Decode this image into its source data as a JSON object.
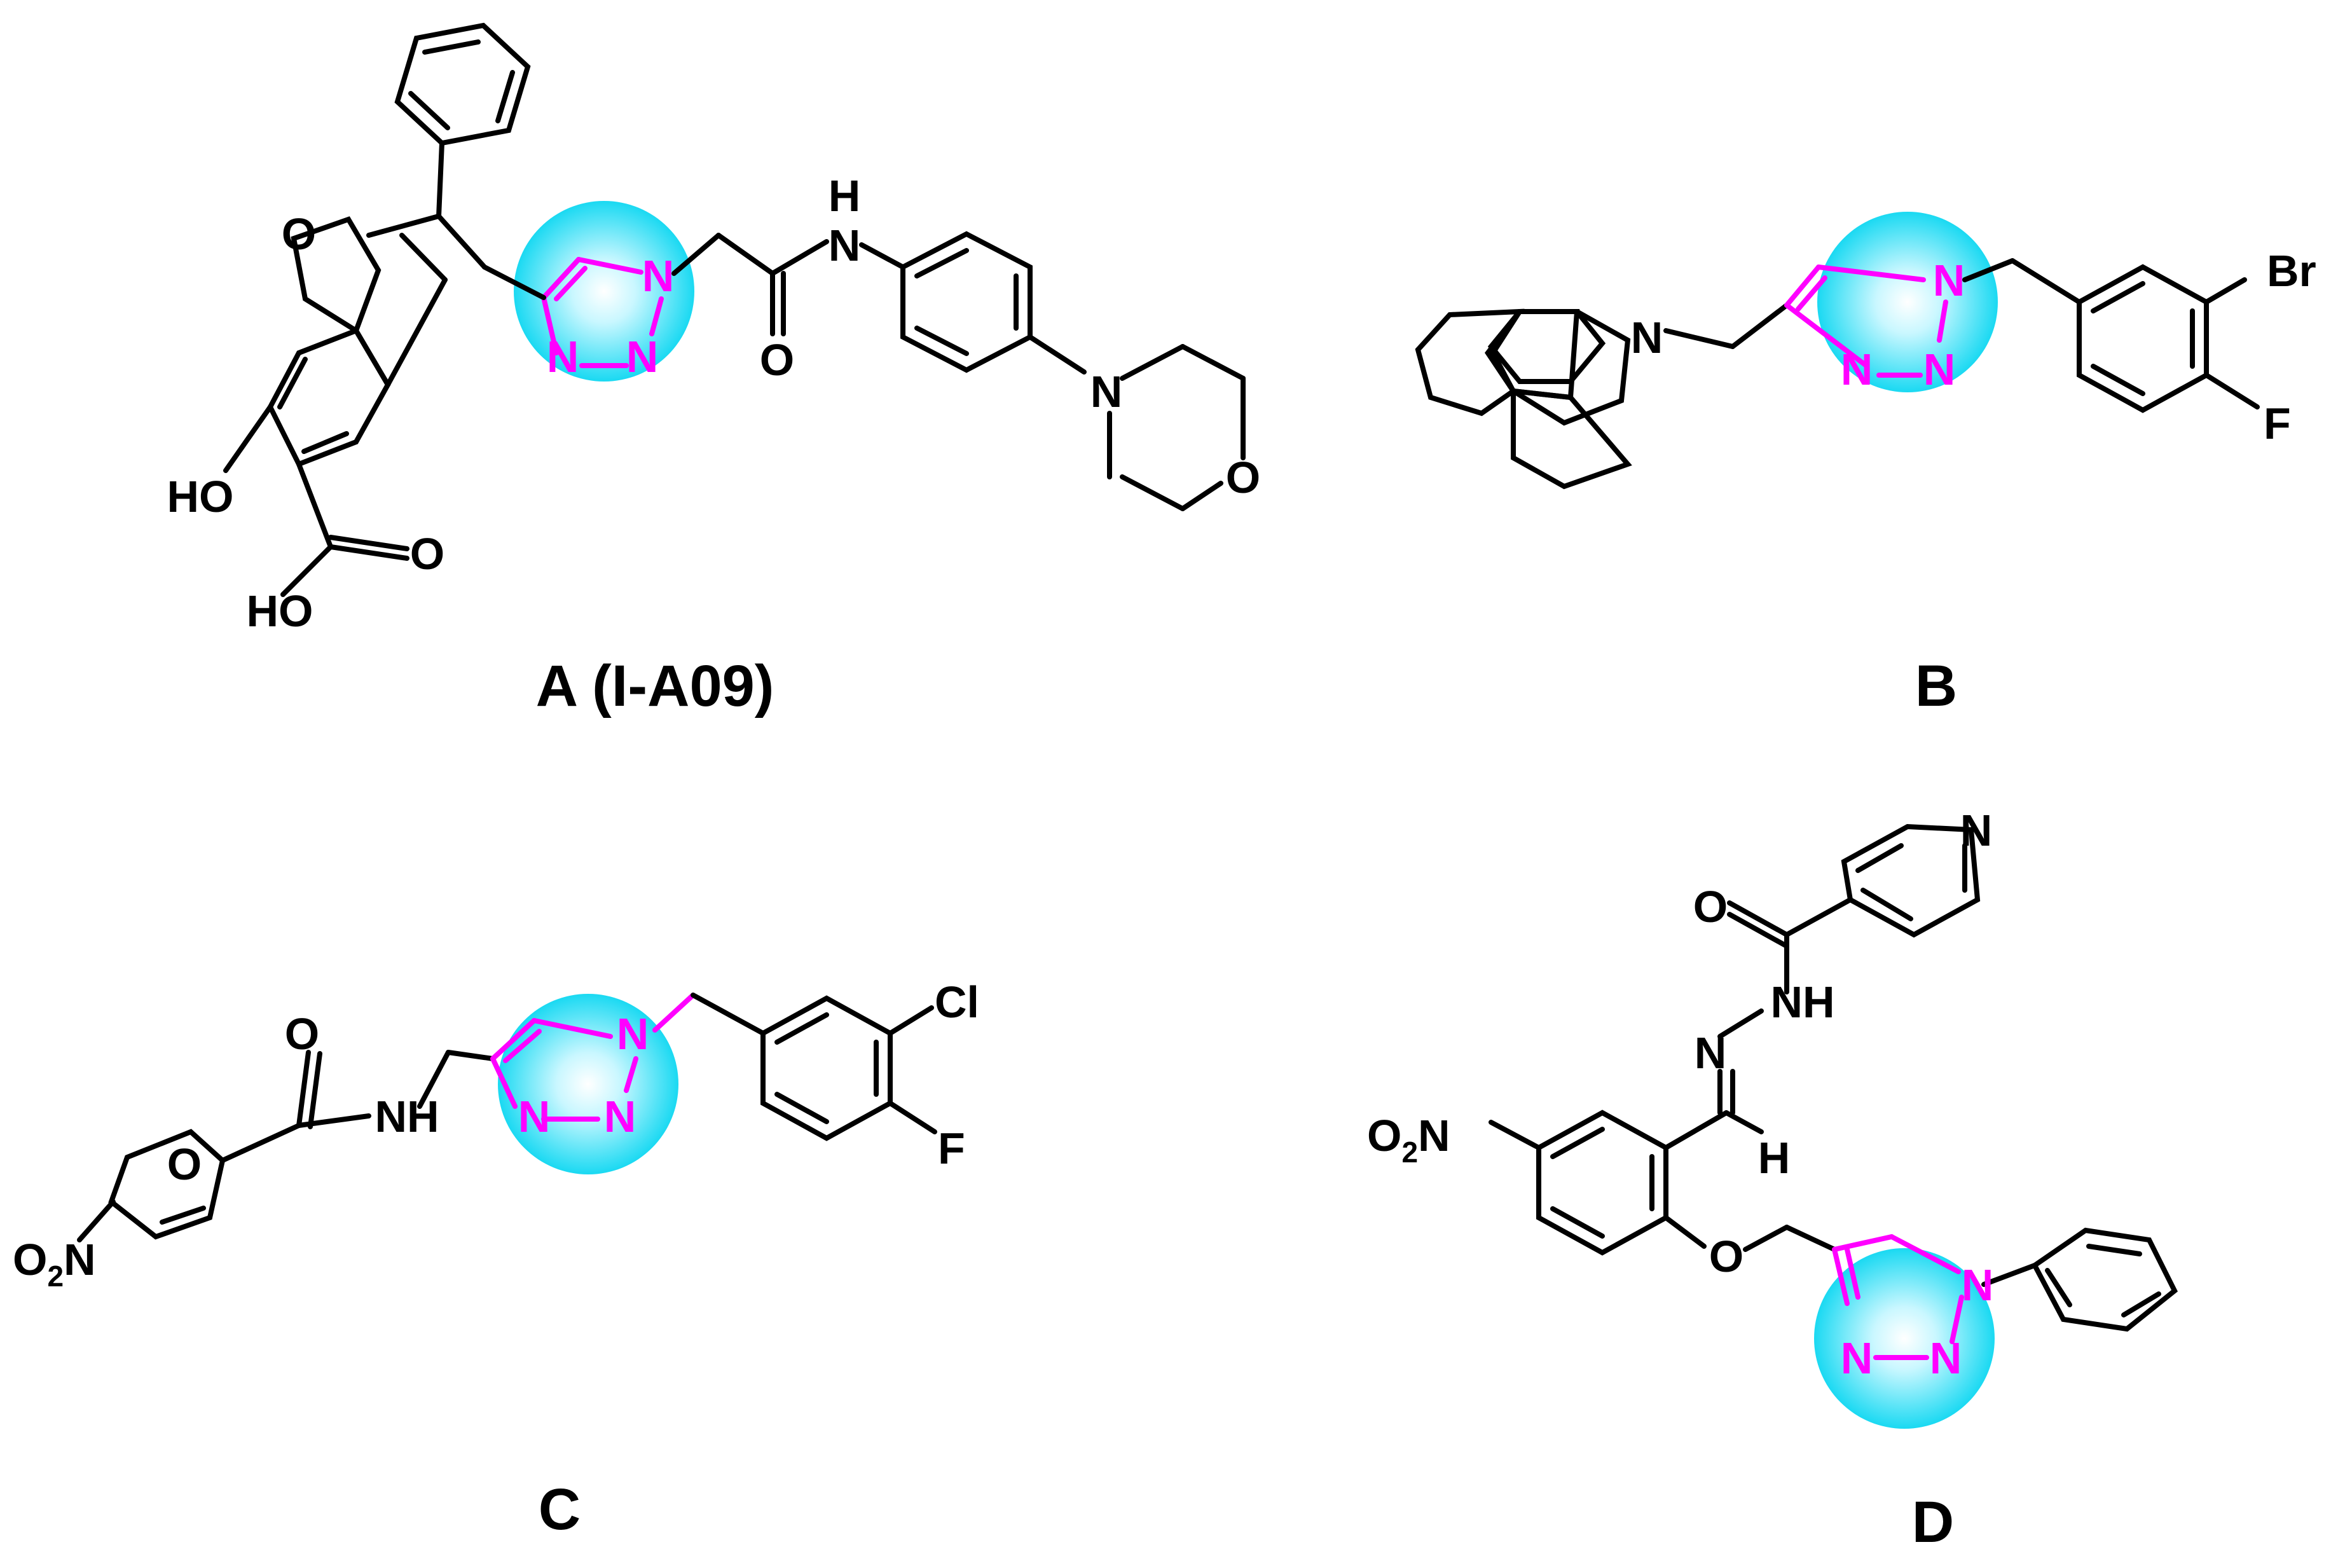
{
  "labels": {
    "A": "A (I-A09)",
    "B": "B",
    "C": "C",
    "D": "D"
  },
  "atoms": {
    "O": "O",
    "N": "N",
    "H": "H",
    "NH": "NH",
    "HO": "HO",
    "Br": "Br",
    "F": "F",
    "Cl": "Cl",
    "O2N_main": "O",
    "O2N_sub": "2",
    "O2N_tail": "N"
  },
  "colors": {
    "triazole_ring": "#ff00ff",
    "triazole_highlight": "#00e5ff",
    "bonds": "#000000"
  }
}
